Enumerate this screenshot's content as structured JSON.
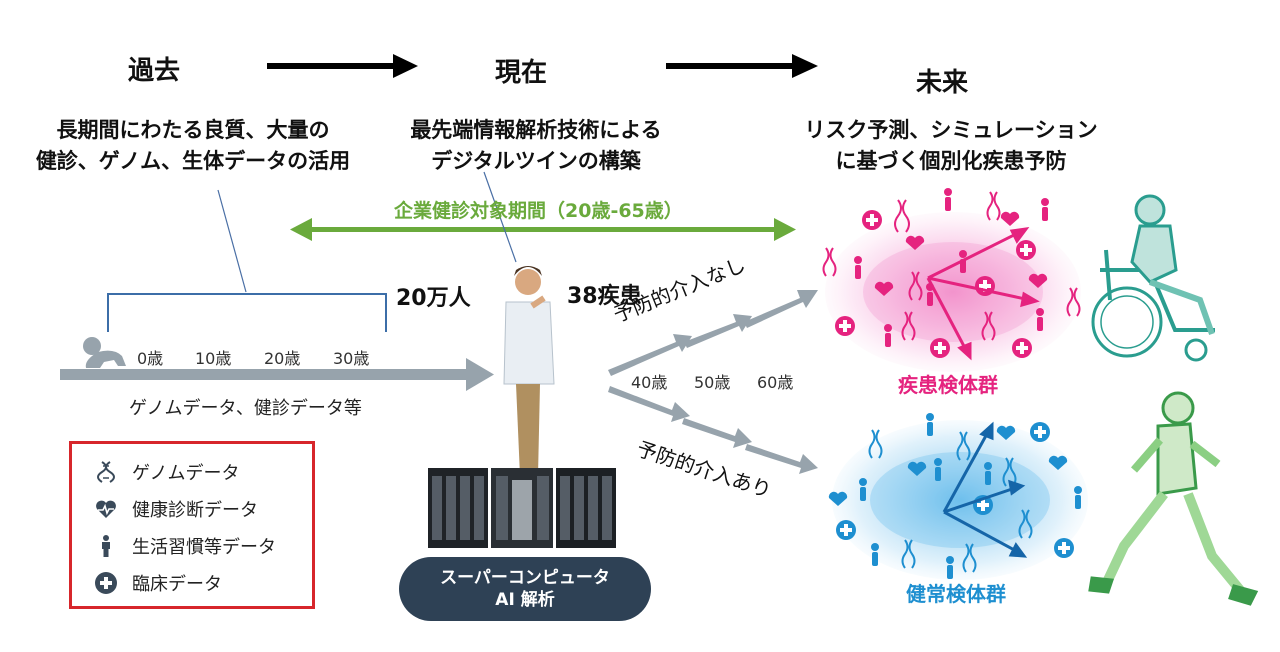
{
  "stages": {
    "past": "過去",
    "present": "現在",
    "future": "未来"
  },
  "descriptions": {
    "past_line1": "長期間にわたる良質、大量の",
    "past_line2": "健診、ゲノム、生体データの活用",
    "present_line1": "最先端情報解析技術による",
    "present_line2": "デジタルツインの構築",
    "future_line1": "リスク予測、シミュレーション",
    "future_line2": "に基づく個別化疾患予防"
  },
  "period_label": "企業健診対象期間（20歳-65歳）",
  "ages_past": [
    "0歳",
    "10歳",
    "20歳",
    "30歳"
  ],
  "ages_future": [
    "40歳",
    "50歳",
    "60歳"
  ],
  "data_caption": "ゲノムデータ、健診データ等",
  "counts": {
    "people": "20万人",
    "diseases": "38疾患"
  },
  "branches": {
    "no_intervention": "予防的介入なし",
    "with_intervention": "予防的介入あり"
  },
  "groups": {
    "disease": "疾患検体群",
    "healthy": "健常検体群"
  },
  "supercomputer": {
    "line1": "スーパーコンピュータ",
    "line2": "AI 解析"
  },
  "legend": [
    {
      "icon": "dna-icon",
      "label": "ゲノムデータ"
    },
    {
      "icon": "heart-pulse-icon",
      "label": "健康診断データ"
    },
    {
      "icon": "person-icon",
      "label": "生活習慣等データ"
    },
    {
      "icon": "medical-cross-icon",
      "label": "臨床データ"
    }
  ],
  "colors": {
    "green": "#6aaa3c",
    "magenta": "#e5237f",
    "blue": "#1e8fd0",
    "gray_arrow": "#97a3ac",
    "legend_border": "#d7262b",
    "pill": "#2e4155"
  }
}
